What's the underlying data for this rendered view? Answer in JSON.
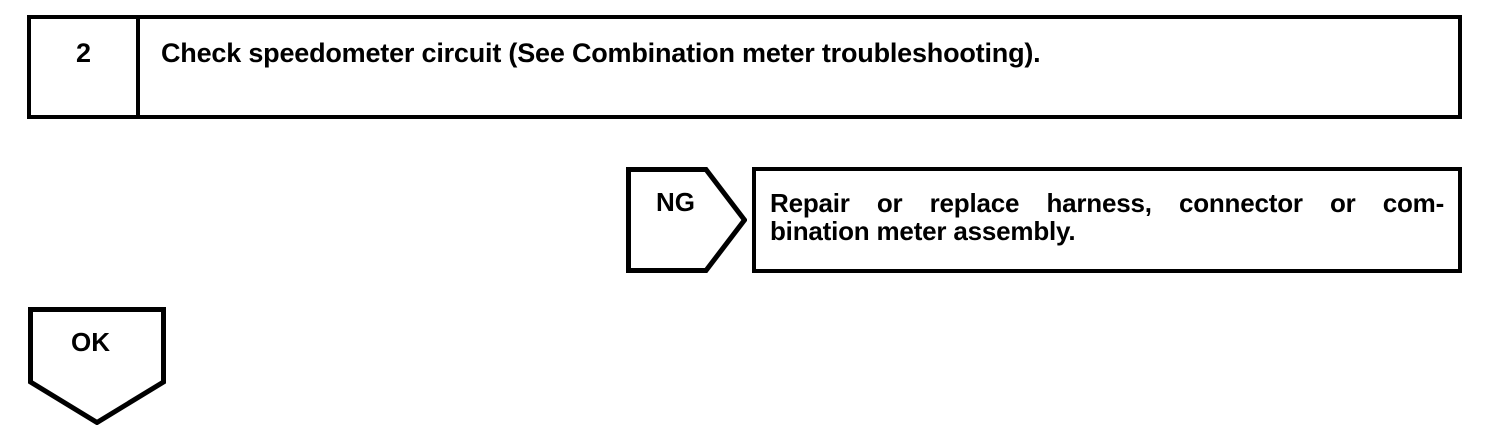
{
  "document": {
    "type": "automotive-troubleshooting-flowchart",
    "background_color": "#ffffff",
    "line_color": "#000000"
  },
  "step": {
    "number": "2",
    "instruction": "Check speedometer circuit (See Combination meter troubleshooting)."
  },
  "branches": {
    "ng": {
      "label": "NG",
      "shape": "pentagon-arrow-right",
      "result_box": {
        "line_1_words": [
          "Repair",
          "or",
          "replace",
          "harness,",
          "connector",
          "or",
          "com-"
        ],
        "line_1": "Repair or replace harness, connector or com-",
        "line_2": "bination meter assembly.",
        "full_text": "Repair or replace harness, connector or combination meter assembly."
      }
    },
    "ok": {
      "label": "OK",
      "shape": "pentagon-arrow-down"
    }
  }
}
